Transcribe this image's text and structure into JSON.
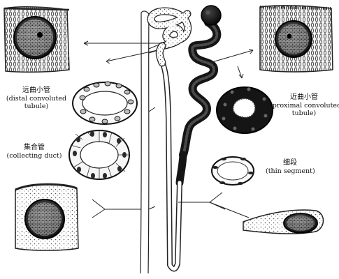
{
  "labels": {
    "distal": {
      "cn": "远曲小管",
      "en_line1": "(distal convoluted",
      "en_line2": "tubule)"
    },
    "collecting": {
      "cn": "集合管",
      "en_line1": "(collecting duct)"
    },
    "proximal": {
      "cn": "近曲小管",
      "en_line1": "(proximal convoluted",
      "en_line2": "tubule)"
    },
    "thin": {
      "cn": "细段",
      "en_line1": "(thin segment)"
    }
  }
}
